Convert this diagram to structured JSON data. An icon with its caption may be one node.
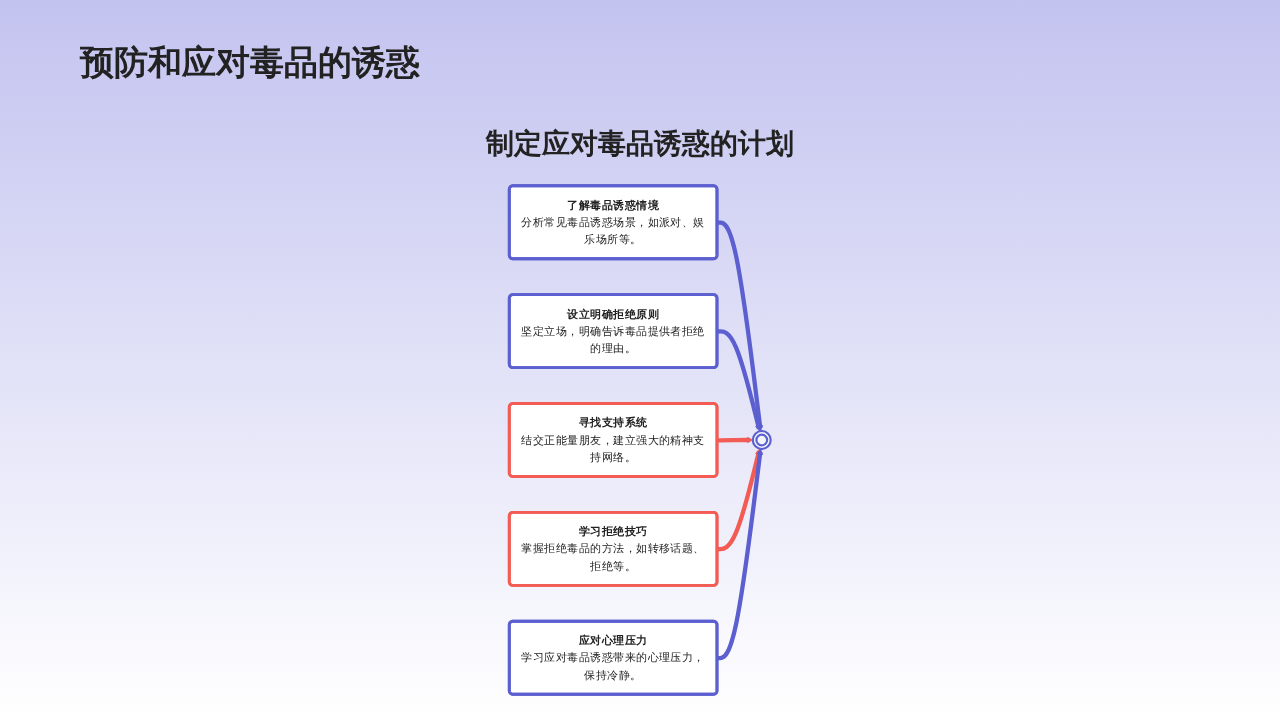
{
  "diagram": {
    "title": "预防和应对毒品的诱惑",
    "nodes": [
      {
        "text": [
          "了解毒品诱惑情境",
          "分析常见毒品诱惑场景，如派对、娱乐场所等。"
        ]
      },
      {
        "text": [
          "设立明确拒绝原则",
          "坚定立场，明确告诉毒品提供者拒绝的理由。"
        ]
      },
      {
        "text": [],
        "shape": "star"
      },
      {
        "text": [
          "寻找支持系统",
          "结交正能量朋友，建立强大的精神支持网络。"
        ]
      },
      {
        "text": [
          "学习拒绝技巧",
          "掌握拒绝毒品的方法，如转移话题、拒绝等。"
        ]
      },
      {
        "text": [
          "应对心理压力",
          "学习应对毒品诱惑带来的心理压力，保持冷静。"
        ]
      }
    ],
    "edges": [
      {
        "from": 0,
        "to": 2,
        "arrow": "to"
      },
      {
        "from": 1,
        "to": 2,
        "arrow": "to"
      },
      {
        "from": 3,
        "to": 2,
        "arrow": "to",
        "color": "#f25c54"
      },
      {
        "from": 4,
        "to": 2,
        "arrow": "to",
        "color": "#f25c54"
      },
      {
        "from": 5,
        "to": 2,
        "arrow": "to"
      }
    ],
    "labels": [
      "制定应对毒品诱惑的计划"
    ]
  }
}
